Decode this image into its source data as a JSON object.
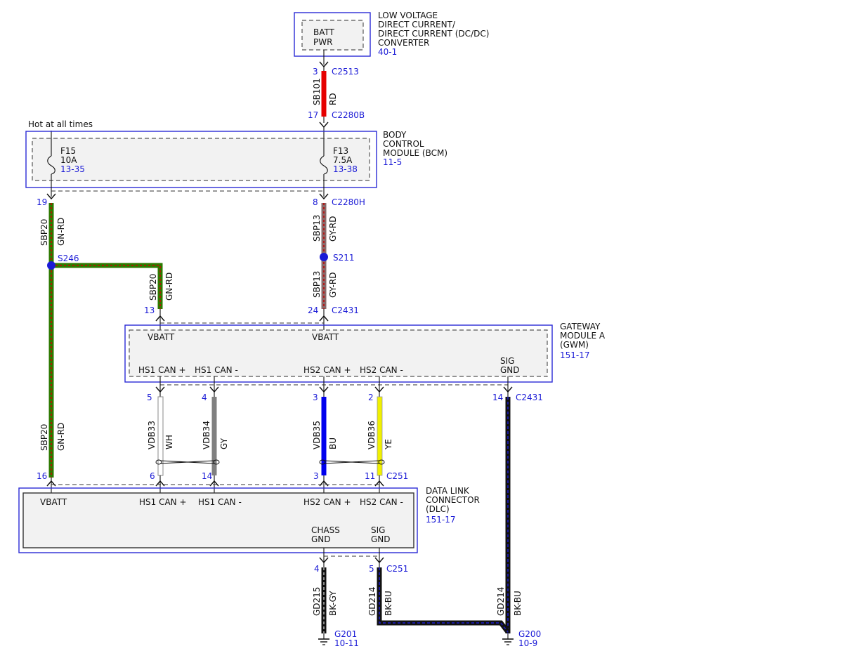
{
  "converter": {
    "inner_line1": "BATT",
    "inner_line2": "PWR",
    "title_lines": [
      "LOW VOLTAGE",
      "DIRECT CURRENT/",
      "DIRECT CURRENT (DC/DC)",
      "CONVERTER"
    ],
    "ref": "40-1",
    "pin": "3",
    "connector": "C2513"
  },
  "wire_sb101": {
    "circuit": "SB101",
    "color_code": "RD",
    "color": "#e60000"
  },
  "bcm": {
    "pin_in": "17",
    "connector_in": "C2280B",
    "hot_label": "Hot at all times",
    "title_lines": [
      "BODY",
      "CONTROL",
      "MODULE (BCM)"
    ],
    "ref": "11-5",
    "fuse_f15": {
      "name": "F15",
      "rating": "10A",
      "ref": "13-35"
    },
    "fuse_f13": {
      "name": "F13",
      "rating": "7.5A",
      "ref": "13-38"
    },
    "pin_left": "19",
    "pin_right": "8",
    "connector_out": "C2280H"
  },
  "wire_sbp20": {
    "circuit": "SBP20",
    "color_code": "GN-RD",
    "color1": "#2d7a00",
    "color2": "#d40000"
  },
  "wire_sbp13": {
    "circuit": "SBP13",
    "color_code": "GY-RD",
    "color1": "#8a8a8a",
    "color2": "#c00000"
  },
  "splice_s246": "S246",
  "splice_s211": "S211",
  "gwm": {
    "pin_vbatt1": "13",
    "pin_vbatt2": "24",
    "connector_in": "C2431",
    "title_lines": [
      "GATEWAY",
      "MODULE A",
      "(GWM)"
    ],
    "ref": "151-17",
    "vbatt1": "VBATT",
    "vbatt2": "VBATT",
    "hs1p": "HS1 CAN +",
    "hs1m": "HS1 CAN -",
    "hs2p": "HS2 CAN +",
    "hs2m": "HS2 CAN -",
    "sig_line1": "SIG",
    "sig_line2": "GND",
    "pins_out": [
      "5",
      "4",
      "3",
      "2",
      "14"
    ],
    "connector_out": "C2431"
  },
  "wires_can": [
    {
      "circuit": "VDB33",
      "color_code": "WH",
      "color": "#ffffff"
    },
    {
      "circuit": "VDB34",
      "color_code": "GY",
      "color": "#808080"
    },
    {
      "circuit": "VDB35",
      "color_code": "BU",
      "color": "#0000ee"
    },
    {
      "circuit": "VDB36",
      "color_code": "YE",
      "color": "#f0f000"
    }
  ],
  "dlc": {
    "pins_in": [
      "16",
      "6",
      "14",
      "3",
      "11"
    ],
    "connector_in": "C251",
    "title_lines": [
      "DATA LINK",
      "CONNECTOR",
      "(DLC)"
    ],
    "ref": "151-17",
    "vbatt": "VBATT",
    "hs1p": "HS1 CAN +",
    "hs1m": "HS1 CAN -",
    "hs2p": "HS2 CAN +",
    "hs2m": "HS2 CAN -",
    "chass_line1": "CHASS",
    "chass_line2": "GND",
    "sig_line1": "SIG",
    "sig_line2": "GND",
    "pin_chass": "4",
    "pin_sig": "5",
    "connector_out": "C251"
  },
  "wire_gd215": {
    "circuit": "GD215",
    "color_code": "BK-GY",
    "color1": "#111111",
    "color2": "#8a8a8a"
  },
  "wire_gd214_a": {
    "circuit": "GD214",
    "color_code": "BK-BU",
    "color1": "#111111",
    "color2": "#1a1aa0"
  },
  "wire_gd214_b": {
    "circuit": "GD214",
    "color_code": "BK-BU"
  },
  "ground_g201": {
    "name": "G201",
    "ref": "10-11"
  },
  "ground_g200": {
    "name": "G200",
    "ref": "10-9"
  }
}
